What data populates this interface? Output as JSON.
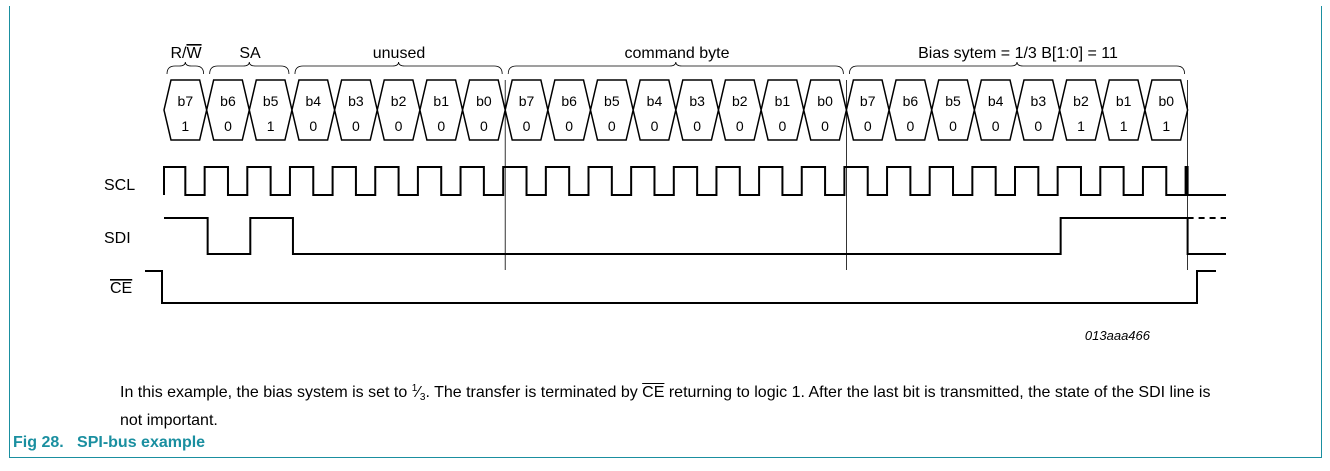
{
  "groups": [
    {
      "label": "R/W",
      "overline": "W",
      "prefix": "R/"
    },
    {
      "label": "SA"
    },
    {
      "label": "unused"
    },
    {
      "label": "command byte"
    },
    {
      "label": "Bias sytem = 1/3 B[1:0] = 11"
    }
  ],
  "bits": [
    {
      "name": "b7",
      "value": "1"
    },
    {
      "name": "b6",
      "value": "0"
    },
    {
      "name": "b5",
      "value": "1"
    },
    {
      "name": "b4",
      "value": "0"
    },
    {
      "name": "b3",
      "value": "0"
    },
    {
      "name": "b2",
      "value": "0"
    },
    {
      "name": "b1",
      "value": "0"
    },
    {
      "name": "b0",
      "value": "0"
    },
    {
      "name": "b7",
      "value": "0"
    },
    {
      "name": "b6",
      "value": "0"
    },
    {
      "name": "b5",
      "value": "0"
    },
    {
      "name": "b4",
      "value": "0"
    },
    {
      "name": "b3",
      "value": "0"
    },
    {
      "name": "b2",
      "value": "0"
    },
    {
      "name": "b1",
      "value": "0"
    },
    {
      "name": "b0",
      "value": "0"
    },
    {
      "name": "b7",
      "value": "0"
    },
    {
      "name": "b6",
      "value": "0"
    },
    {
      "name": "b5",
      "value": "0"
    },
    {
      "name": "b4",
      "value": "0"
    },
    {
      "name": "b3",
      "value": "0"
    },
    {
      "name": "b2",
      "value": "1"
    },
    {
      "name": "b1",
      "value": "1"
    },
    {
      "name": "b0",
      "value": "1"
    }
  ],
  "signals": {
    "scl": "SCL",
    "sdi": "SDI",
    "ce": "CE"
  },
  "ref_id": "013aaa466",
  "caption": {
    "part1": "In this example, the bias system is set to ",
    "frac_num": "1",
    "frac_den": "3",
    "part2": ". The transfer is terminated by ",
    "ce": "CE",
    "part3": " returning to logic 1. After the last bit is transmitted, the state of the SDI line is not important."
  },
  "figure": {
    "number": "Fig 28.",
    "title": "SPI-bus example"
  },
  "colors": {
    "accent": "#1a8fa0"
  }
}
